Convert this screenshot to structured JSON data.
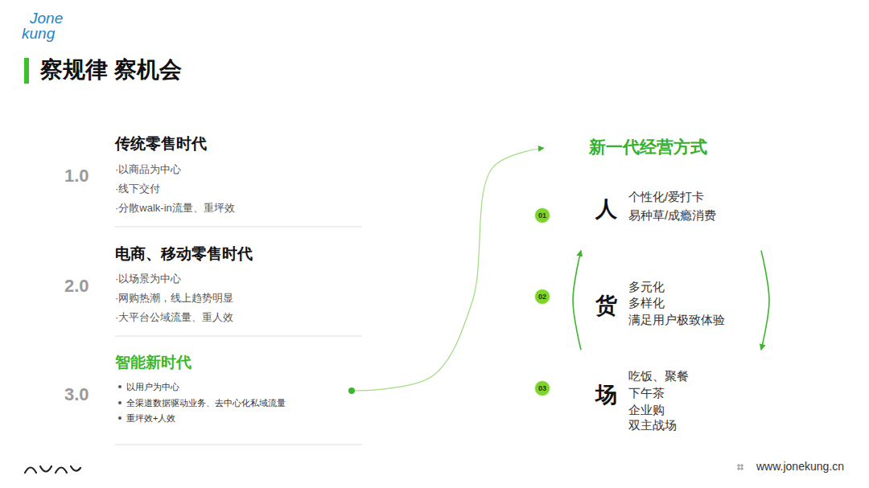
{
  "diagram": {
    "title": "察规律 察机会",
    "nodes": [
      {
        "text": [
          "1.0",
          "传统零售时代",
          "·以商品为中心",
          "·线下交付",
          "·分散walk-in流量、重坪效"
        ]
      },
      {
        "text": [
          "2.0",
          "电商、移动零售时代",
          "·以场景为中心",
          "·网购热潮，线上趋势明显",
          "·大平台公域流量、重人效"
        ]
      },
      {
        "text": [
          "3.0",
          "智能新时代",
          "以用户为中心",
          "全渠道数据驱动业务、去中心化私域流量",
          "重坪效+人效"
        ]
      },
      {
        "text": [
          "新一代经营方式"
        ]
      },
      {
        "text": [
          "01",
          "人",
          "个性化/爱打卡",
          "易种草/成瘾消费"
        ],
        "in": 3
      },
      {
        "text": [
          "02",
          "货",
          "多元化",
          "多样化",
          "满足用户极致体验"
        ],
        "in": 3
      },
      {
        "text": [
          "03",
          "场",
          "吃饭、聚餐",
          "下午茶",
          "企业购",
          "双主战场"
        ],
        "in": 3
      }
    ],
    "edges": [
      {
        "from": 2,
        "to": 3,
        "arrow": "to"
      },
      {
        "from": 6,
        "to": 4,
        "arrow": "to"
      },
      {
        "from": 4,
        "to": 6,
        "arrow": "to"
      }
    ],
    "labels": [
      "Jone",
      "kung",
      "www.jonekung.cn"
    ]
  }
}
